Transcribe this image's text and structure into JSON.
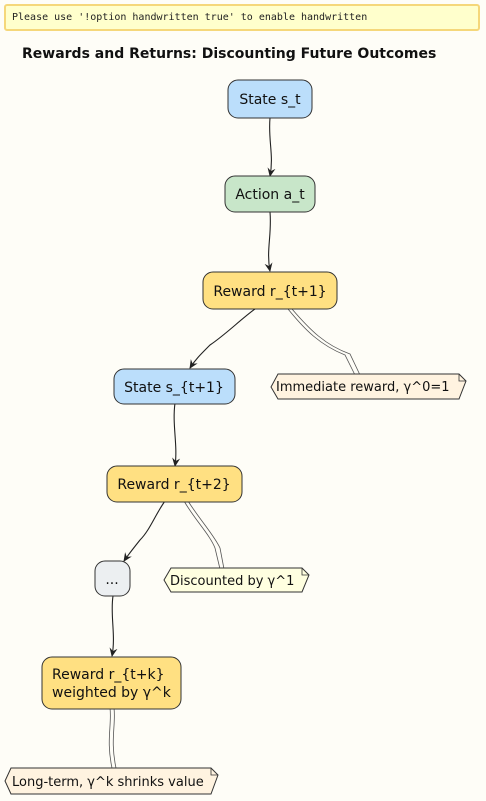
{
  "banner": "Please use '!option handwritten true' to enable handwritten",
  "title": "Rewards and Returns: Discounting Future Outcomes",
  "colors": {
    "state": "#bbdefb",
    "action": "#c8e6c9",
    "reward": "#ffe082",
    "ellipsis": "#eceff1",
    "note_peach": "#fff3e0",
    "note_yellow": "#ffffe0"
  },
  "nodes": {
    "state_t": "State s_t",
    "action_t": "Action a_t",
    "reward_t1": "Reward r_{t+1}",
    "state_t1": "State s_{t+1}",
    "reward_t2": "Reward r_{t+2}",
    "ellipsis": "...",
    "reward_tk_line1": "Reward r_{t+k}",
    "reward_tk_line2": "weighted by γ^k"
  },
  "notes": {
    "immediate": "Immediate reward, γ^0=1",
    "discounted": "Discounted by γ^1",
    "longterm": "Long-term, γ^k shrinks value"
  }
}
